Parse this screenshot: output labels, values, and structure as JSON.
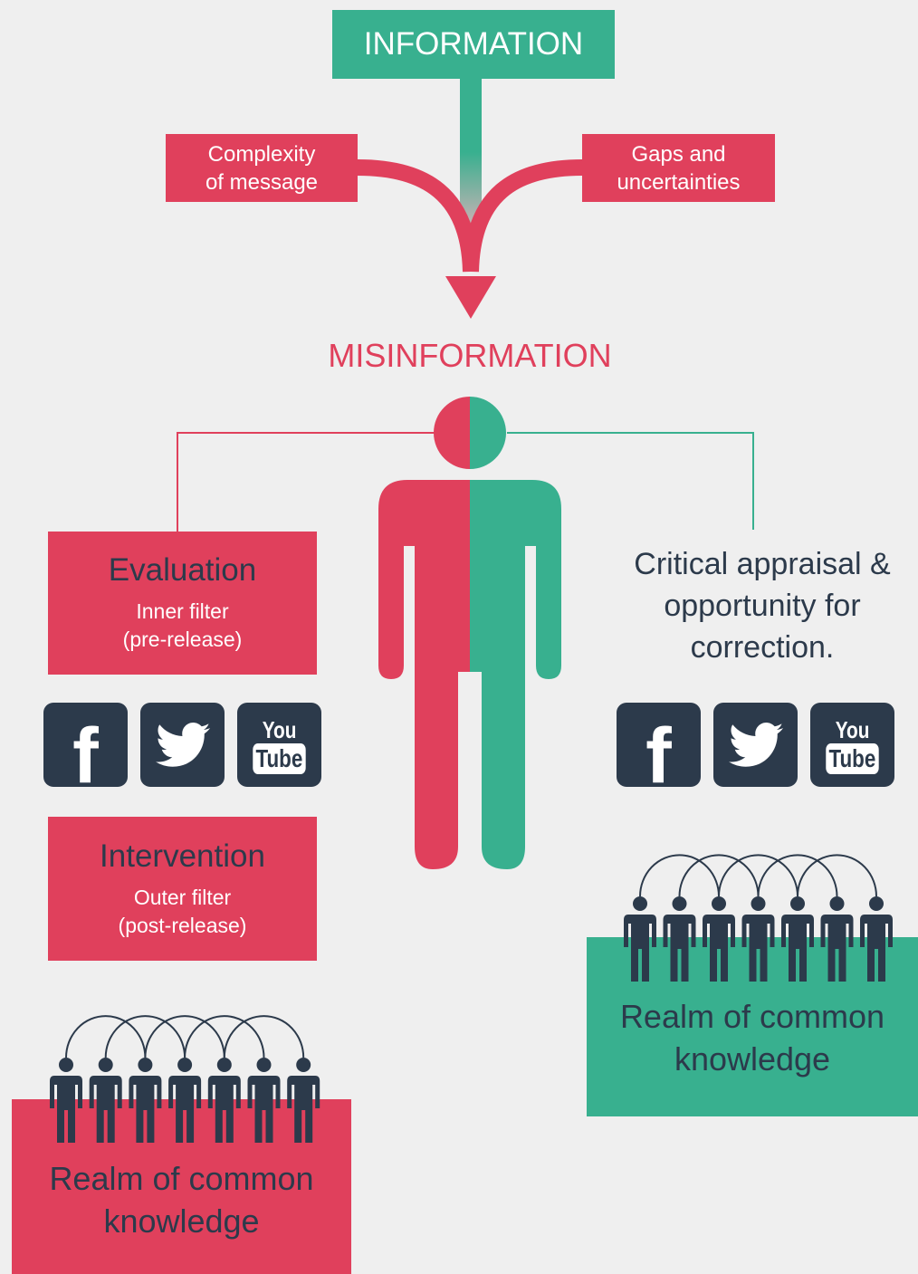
{
  "information": {
    "label": "INFORMATION"
  },
  "influences": {
    "left": {
      "line1": "Complexity",
      "line2": "of message"
    },
    "right": {
      "line1": "Gaps and",
      "line2": "uncertainties"
    }
  },
  "misinformation": {
    "label": "MISINFORMATION"
  },
  "evaluation": {
    "title": "Evaluation",
    "sub1": "Inner filter",
    "sub2": "(pre-release)"
  },
  "intervention": {
    "title": "Intervention",
    "sub1": "Outer filter",
    "sub2": "(post-release)"
  },
  "critical": {
    "line1": "Critical appraisal &",
    "line2": "opportunity for",
    "line3": "correction."
  },
  "social_icons": {
    "facebook": "f",
    "youtube_top": "You",
    "youtube_bottom": "Tube"
  },
  "realm_left": {
    "line1": "Realm of common",
    "line2": "knowledge"
  },
  "realm_right": {
    "line1": "Realm of common",
    "line2": "knowledge"
  },
  "colors": {
    "red": "#e0405c",
    "green": "#38b08f",
    "dark": "#2c3a4b",
    "background": "#efefef"
  }
}
